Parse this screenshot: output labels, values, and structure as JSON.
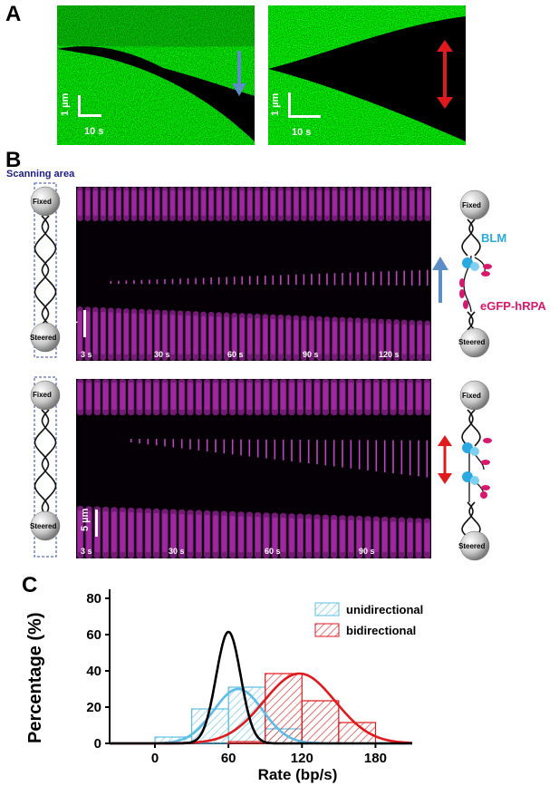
{
  "panels": {
    "a": "A",
    "b": "B",
    "c": "C"
  },
  "panel_a": {
    "left": {
      "scale_y": "1 µm",
      "scale_x": "10 s",
      "arrow": "unidirectional",
      "arrow_color": "#5b8ec7"
    },
    "right": {
      "scale_y": "1 µm",
      "scale_x": "10 s",
      "arrow": "bidirectional",
      "arrow_color": "#e0191c"
    }
  },
  "panel_b": {
    "scanning_area": "Scanning area",
    "bead_top": "Fixed",
    "bead_bottom": "Steered",
    "scale": "5 µm",
    "top_times": [
      "3 s",
      "30 s",
      "60 s",
      "90 s",
      "120 s"
    ],
    "bottom_times": [
      "3 s",
      "30 s",
      "60 s",
      "90 s"
    ],
    "blm_label": "BLM",
    "rpa_label": "eGFP-hRPA",
    "blm_color": "#29a9e0",
    "rpa_color": "#d6186e"
  },
  "chart_data": {
    "type": "bar",
    "xlabel": "Rate (bp/s)",
    "ylabel": "Percentage (%)",
    "xlim": [
      -37,
      210
    ],
    "ylim": [
      0,
      85
    ],
    "xticks": [
      0,
      60,
      120,
      180
    ],
    "yticks": [
      0,
      20,
      40,
      60,
      80
    ],
    "legend_position": "top-right",
    "series": [
      {
        "name": "unidirectional",
        "color": "#5bbde6",
        "bins": [
          [
            0,
            30,
            3.5
          ],
          [
            30,
            60,
            19
          ],
          [
            60,
            90,
            31
          ],
          [
            90,
            120,
            8
          ]
        ],
        "fit": {
          "mean": 68,
          "sd": 20,
          "peak": 30
        }
      },
      {
        "name": "bidirectional",
        "color": "#e0191c",
        "bins": [
          [
            60,
            90,
            1
          ],
          [
            90,
            120,
            38.5
          ],
          [
            120,
            150,
            23.5
          ],
          [
            150,
            180,
            11.5
          ]
        ],
        "fit": {
          "mean": 118,
          "sd": 29,
          "peak": 38.5
        }
      },
      {
        "name": "",
        "color": "#000000",
        "bins": [],
        "fit": {
          "mean": 60,
          "sd": 10,
          "peak": 61.5
        }
      }
    ]
  }
}
